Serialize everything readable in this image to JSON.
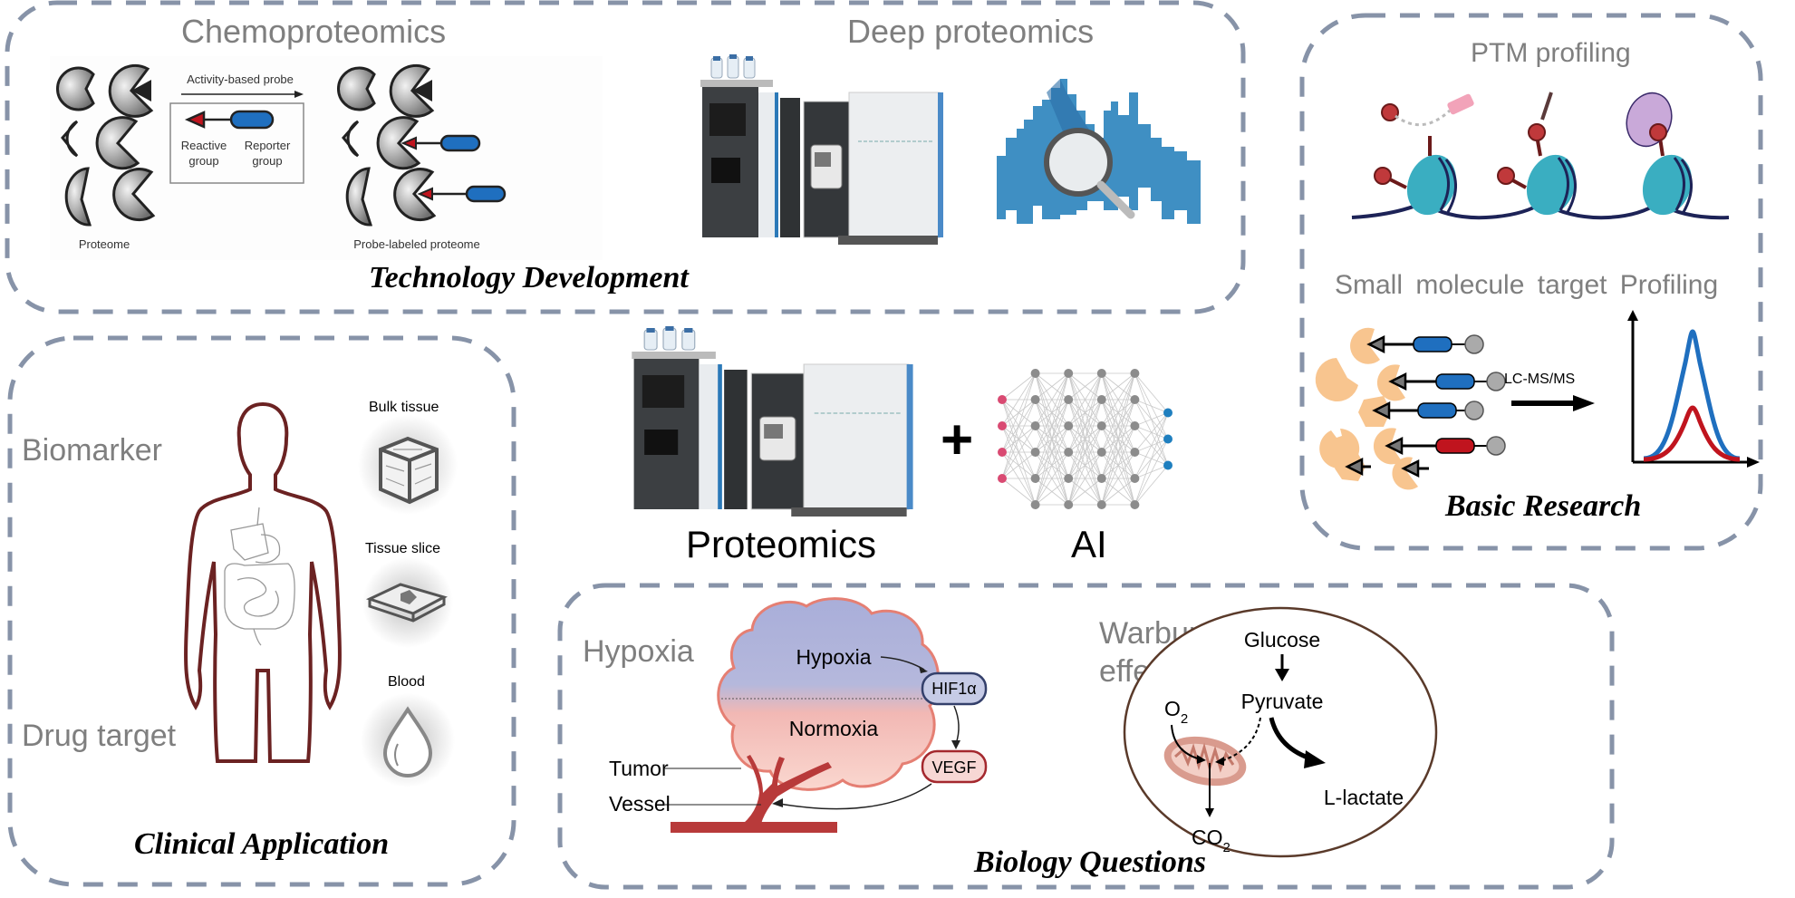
{
  "colors": {
    "frame_dash": "#8793a8",
    "gray_label": "#7f7f7f",
    "probe_blue": "#1f6fbf",
    "probe_red": "#c0141e",
    "nucleosome_teal": "#3aaec1",
    "ptm_red": "#c0393b",
    "nn_input": "#d94a72",
    "nn_hidden": "#8c8c8c",
    "nn_output": "#1f7fbf",
    "body_outline": "#6b2222",
    "vessel_red": "#b83a3a",
    "protein_orange": "#f8c58f"
  },
  "technology": {
    "title": "Technology Development",
    "chemoproteomics": {
      "heading": "Chemoproteomics",
      "probe_arrow_label": "Activity-based probe",
      "reactive_group": [
        "Reactive",
        "group"
      ],
      "reporter_group": [
        "Reporter",
        "group"
      ],
      "left_caption": "Proteome",
      "right_caption": "Probe-labeled proteome"
    },
    "deep_proteomics": {
      "heading": "Deep proteomics"
    }
  },
  "basic_research": {
    "title": "Basic Research",
    "ptm_heading": "PTM profiling",
    "small_molecule_heading": "Small molecule target Profiling",
    "lcms_label": "LC-MS/MS"
  },
  "center": {
    "left_label": "Proteomics",
    "plus": "+",
    "right_label": "AI",
    "network": {
      "input_nodes": 4,
      "hidden_layers": 4,
      "hidden_nodes": 6,
      "output_nodes": 3
    }
  },
  "clinical": {
    "title": "Clinical Application",
    "biomarker": "Biomarker",
    "drug_target": "Drug target",
    "samples": [
      "Bulk tissue",
      "Tissue slice",
      "Blood"
    ]
  },
  "biology": {
    "title": "Biology Questions",
    "hypoxia": {
      "heading": "Hypoxia",
      "hypoxia_zone": "Hypoxia",
      "normoxia_zone": "Normoxia",
      "hif": "HIF1α",
      "vegf": "VEGF",
      "tumor": "Tumor",
      "vessel": "Vessel"
    },
    "warburg": {
      "heading_line1": "Warburg",
      "heading_line2": "effect",
      "glucose": "Glucose",
      "pyruvate": "Pyruvate",
      "o2": "O",
      "o2_sub": "2",
      "co2": "CO",
      "co2_sub": "2",
      "lactate": "L-lactate"
    }
  }
}
